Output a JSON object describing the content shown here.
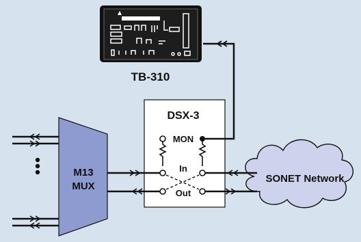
{
  "device": {
    "label": "TB-310"
  },
  "patch_panel": {
    "title": "DSX-3",
    "mon_label": "MON",
    "in_label": "In",
    "out_label": "Out"
  },
  "mux": {
    "line1": "M13",
    "line2": "MUX"
  },
  "network": {
    "label": "SONET Network"
  },
  "colors": {
    "background": "#d7e2ef",
    "mux_fill": "#8e9bd0",
    "cloud_fill": "#cdd3ec",
    "line": "#111111",
    "device_body": "#111111",
    "panel_fill": "#ffffff"
  }
}
